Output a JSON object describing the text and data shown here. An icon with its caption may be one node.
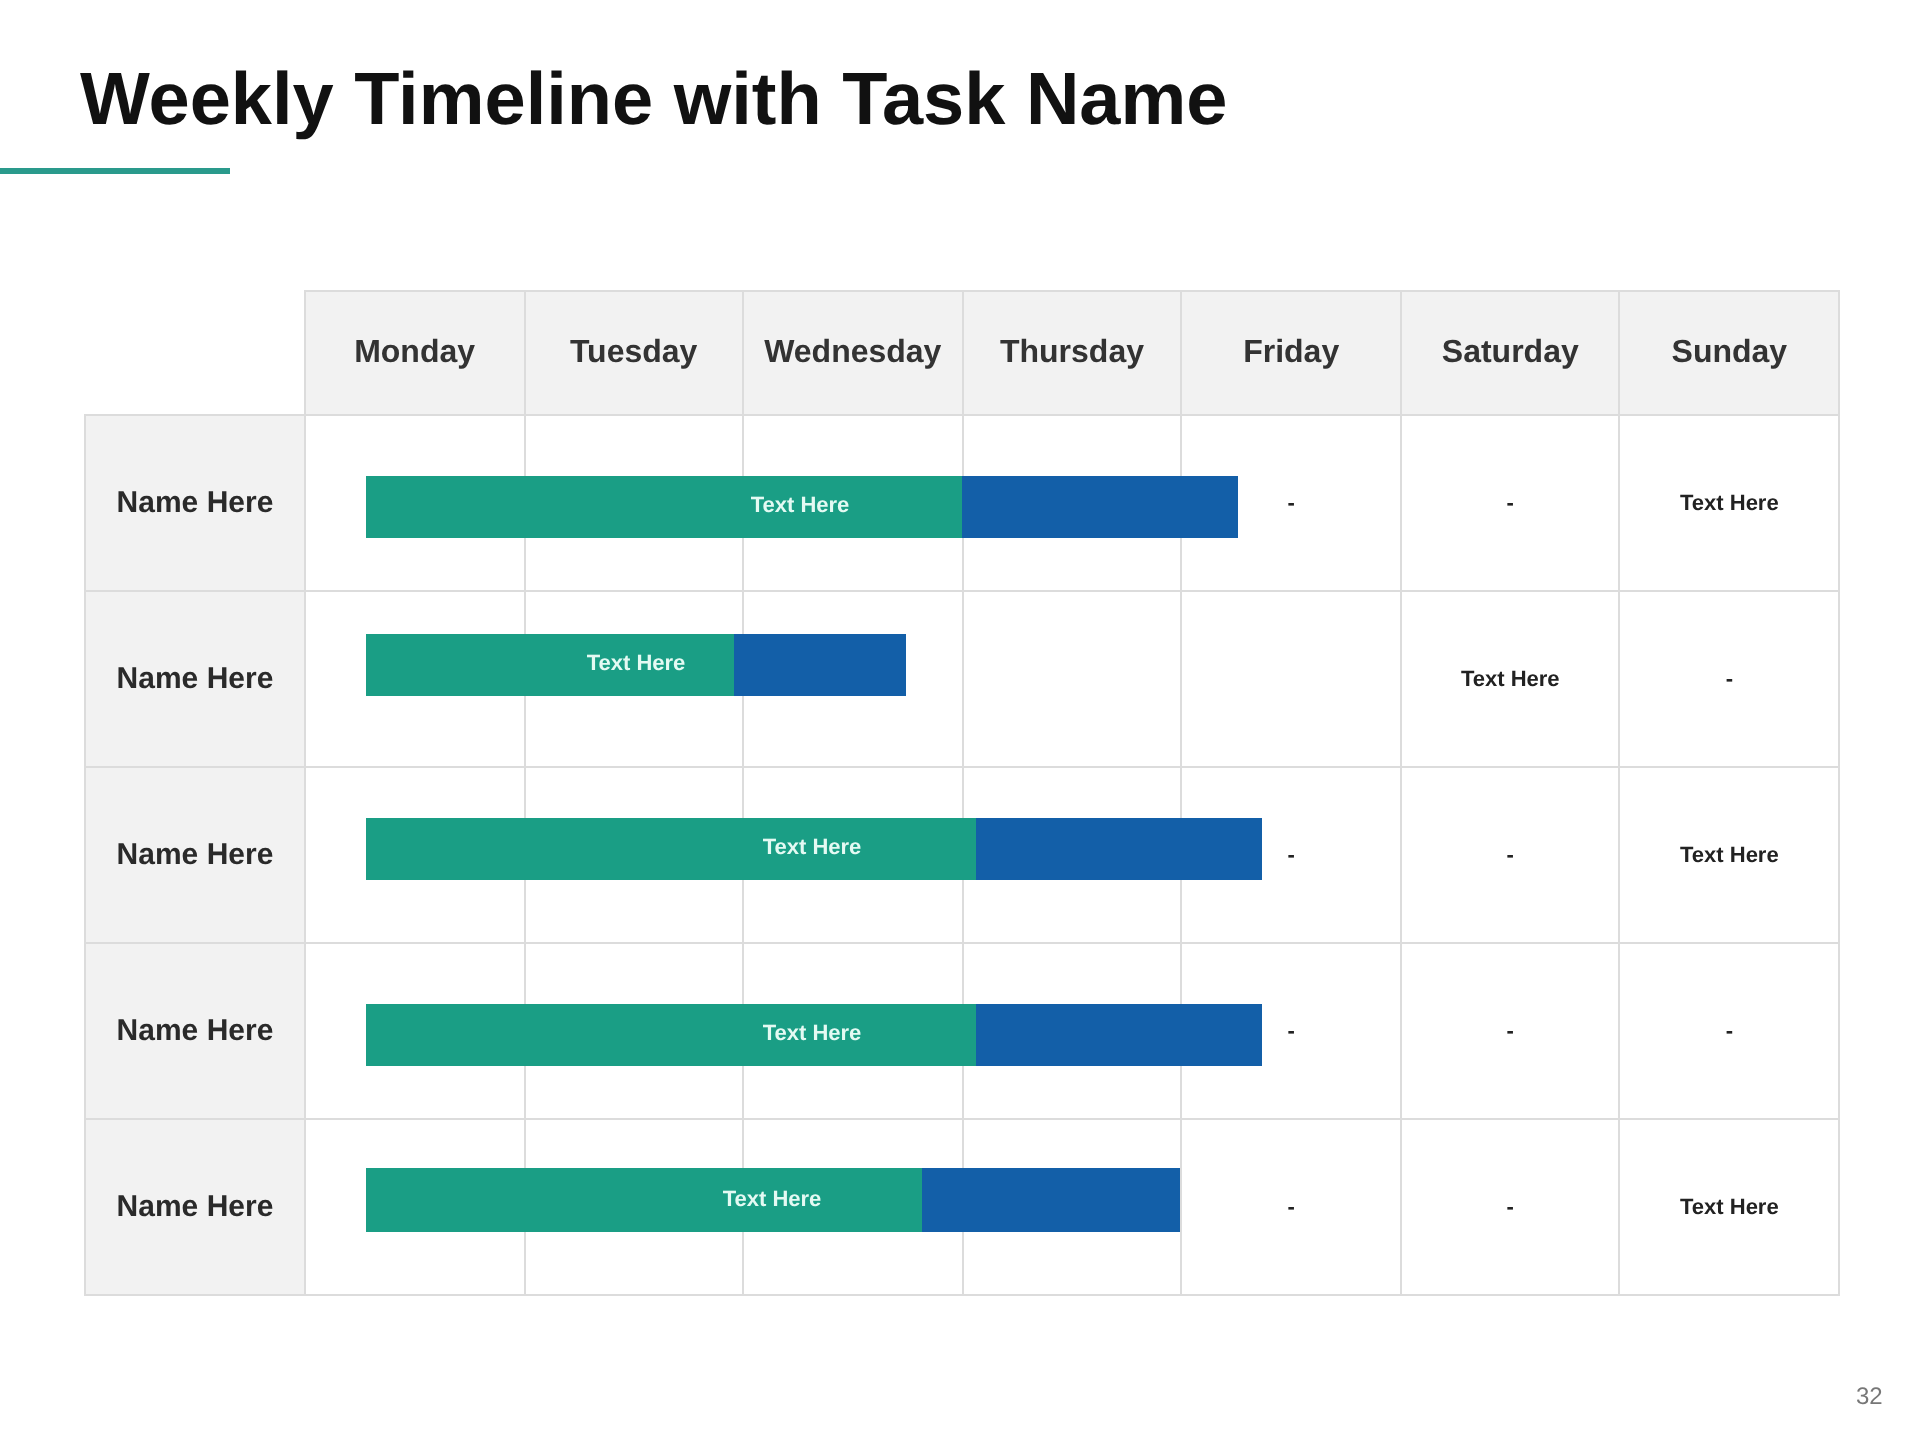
{
  "diagram": {
    "title": "Weekly Timeline with Task Name",
    "nodes": [
      {
        "text": [
          "Text Here"
        ]
      },
      {
        "text": [],
        "shape": "bar"
      },
      {
        "text": [
          "Text Here"
        ]
      },
      {
        "text": [],
        "shape": "bar"
      },
      {
        "text": [
          "Text Here"
        ]
      },
      {
        "text": [],
        "shape": "bar"
      },
      {
        "text": [
          "Text Here"
        ]
      },
      {
        "text": [],
        "shape": "bar"
      },
      {
        "text": [
          "Text Here"
        ]
      },
      {
        "text": [],
        "shape": "bar"
      }
    ],
    "labels": [
      "Monday",
      "Tuesday",
      "Wednesday",
      "Thursday",
      "Friday",
      "Saturday",
      "Sunday",
      "Name Here",
      "-",
      "-",
      "Text Here",
      "Name Here",
      "Text Here",
      "-",
      "Name Here",
      "-",
      "-",
      "Text Here",
      "Name Here",
      "-",
      "-",
      "-",
      "Name Here",
      "-",
      "-",
      "Text Here",
      "32"
    ]
  }
}
